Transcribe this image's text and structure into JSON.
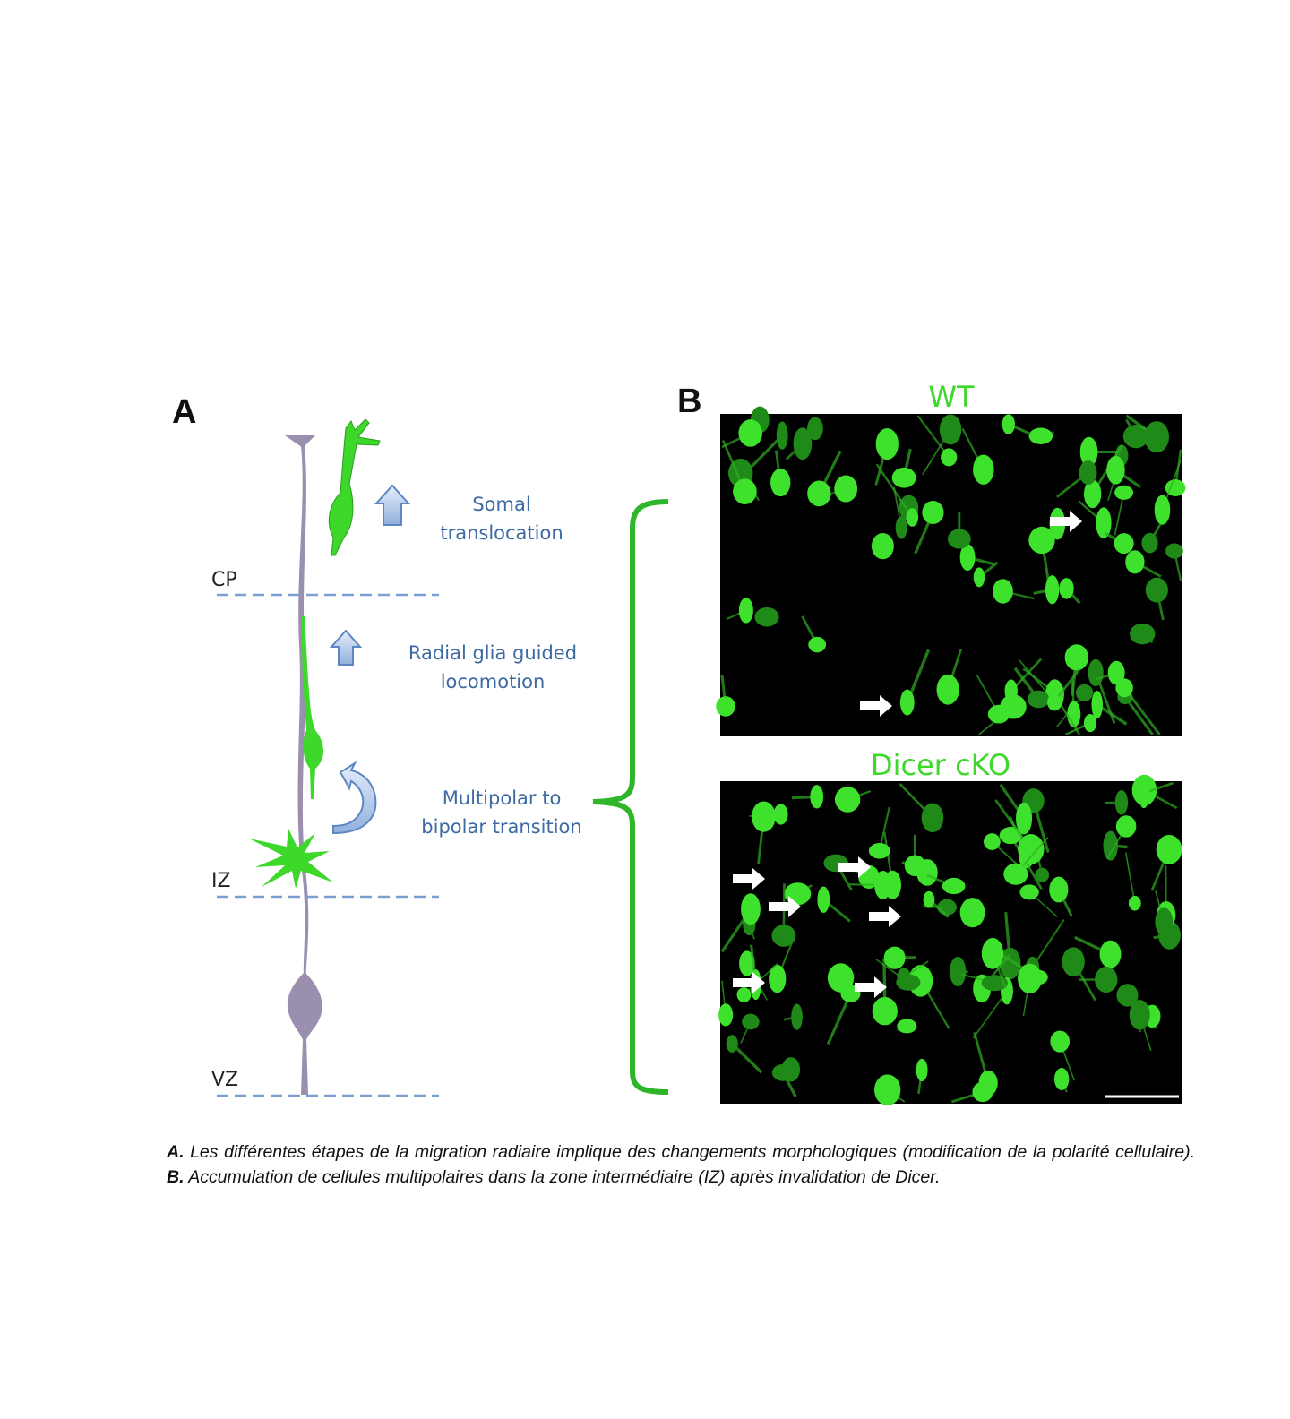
{
  "panel_a": {
    "letter": "A",
    "zones": {
      "cp": "CP",
      "iz": "IZ",
      "vz": "VZ"
    },
    "steps": {
      "somal_1": "Somal",
      "somal_2": "translocation",
      "radial_1": "Radial glia guided",
      "radial_2": "locomotion",
      "multi_1": "Multipolar to",
      "multi_2": "bipolar transition"
    }
  },
  "panel_b": {
    "letter": "B",
    "top_label": "WT",
    "bottom_label": "Dicer cKO"
  },
  "caption": {
    "a_label": "A.",
    "a_text": " Les différentes étapes de la migration radiaire implique des changements morphologiques (modification de la polarité cellulaire). ",
    "b_label": "B.",
    "b_text": " Accumulation de cellules multipolaires dans la zone intermédiaire (IZ) après invalidation de Dicer."
  },
  "colors": {
    "green": "#3ed82a",
    "glia": "#9b8fb0",
    "dash": "#7a9fd0",
    "text_blue": "#3d6aa3"
  }
}
